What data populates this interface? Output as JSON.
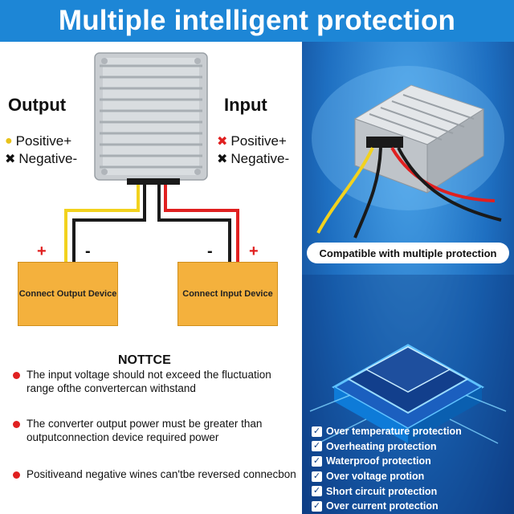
{
  "banner": {
    "title": "Multiple intelligent protection"
  },
  "diagram": {
    "output_label": "Output",
    "input_label": "Input",
    "output_legend": [
      {
        "mark": "●",
        "text": "Positive+",
        "color": "#e8c21a"
      },
      {
        "mark": "✖",
        "text": "Negative-",
        "color": "#111111"
      }
    ],
    "input_legend": [
      {
        "mark": "✖",
        "text": "Positive+",
        "color": "#e02020"
      },
      {
        "mark": "✖",
        "text": "Negative-",
        "color": "#111111"
      }
    ],
    "output_box": "Connect Output Device",
    "input_box": "Connect Input Device",
    "signs": {
      "out_plus": "+",
      "out_minus": "-",
      "in_minus": "-",
      "in_plus": "+"
    },
    "notice": "NOTTCE"
  },
  "notes": [
    "The input voltage should not exceed the fluctuation range ofthe convertercan withstand",
    "The converter output power must be greater than outputconnection device required power",
    "Positiveand negative wines can'tbe reversed connecbon"
  ],
  "right": {
    "compat_label": "Compatible with multiple protection",
    "features": [
      "Over temperature protection",
      "Overheating protection",
      "Waterproof protection",
      "Over voltage protion",
      "Short circuit protection",
      "Over current protection"
    ]
  },
  "colors": {
    "banner": "#1d86d6",
    "device_box": "#f4b13d",
    "wire_red": "#e02020",
    "wire_yellow": "#f2d21e",
    "bullet": "#e02020"
  }
}
